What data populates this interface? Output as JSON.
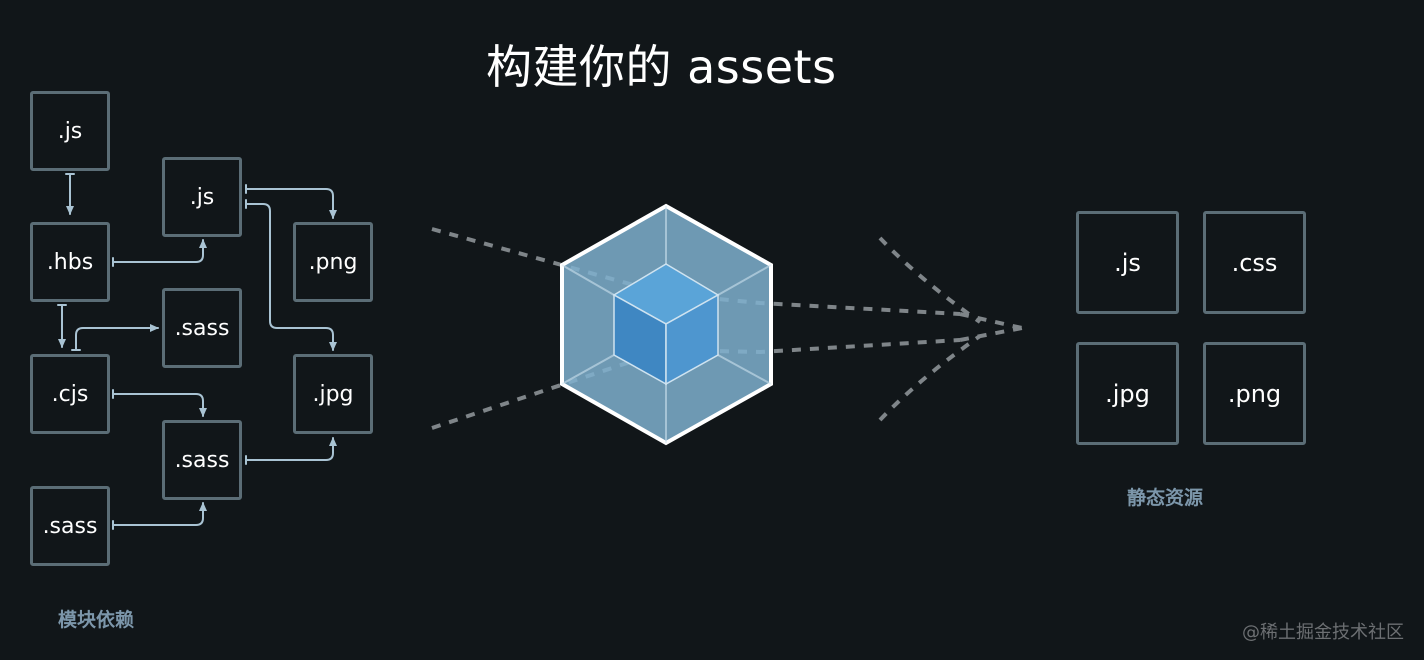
{
  "title": "构建你的 assets",
  "left_group": {
    "caption": "模块依赖",
    "boxes": [
      {
        "id": "js-top",
        "label": ".js"
      },
      {
        "id": "hbs",
        "label": ".hbs"
      },
      {
        "id": "cjs",
        "label": ".cjs"
      },
      {
        "id": "sass-bottom-left",
        "label": ".sass"
      },
      {
        "id": "js-mid",
        "label": ".js"
      },
      {
        "id": "sass-mid",
        "label": ".sass"
      },
      {
        "id": "sass-lower",
        "label": ".sass"
      },
      {
        "id": "png",
        "label": ".png"
      },
      {
        "id": "jpg",
        "label": ".jpg"
      }
    ]
  },
  "right_group": {
    "caption": "静态资源",
    "boxes": [
      {
        "id": "out-js",
        "label": ".js"
      },
      {
        "id": "out-css",
        "label": ".css"
      },
      {
        "id": "out-jpg",
        "label": ".jpg"
      },
      {
        "id": "out-png",
        "label": ".png"
      }
    ]
  },
  "watermark": "@稀土掘金技术社区",
  "colors": {
    "background": "#111619",
    "box_border": "#5b6d76",
    "arrow": "#a9c3d3",
    "dashed_line": "#7f8589",
    "cube_outer": "#8fb8d2",
    "cube_inner": "#4a90c8",
    "caption": "#7c96aa"
  }
}
